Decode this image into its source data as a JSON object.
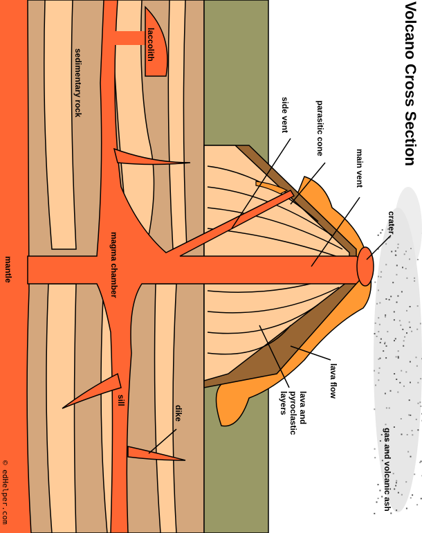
{
  "title": "Volcano Cross Section",
  "labels": {
    "laccolith": "laccolith",
    "sedimentary_rock": "sedimentary rock",
    "side_vent": "side vent",
    "parasitic_cone": "parasitic cone",
    "main_vent": "main vent",
    "crater": "crater",
    "magma_chamber": "magma chamber",
    "mantle": "mantle",
    "sill": "sill",
    "dike": "dike",
    "lava_flow": "lava flow",
    "lava_layers": [
      "lava and",
      "pyroclastic",
      "layers"
    ],
    "gas_ash": "gas and volcanic ash"
  },
  "copyright": "© edHelper.com",
  "colors": {
    "magma": "#FF6633",
    "rock_dark": "#D4A77D",
    "rock_light": "#FFCC99",
    "ground": "#999966",
    "lava": "#FF9933",
    "cone_outer": "#996633"
  }
}
